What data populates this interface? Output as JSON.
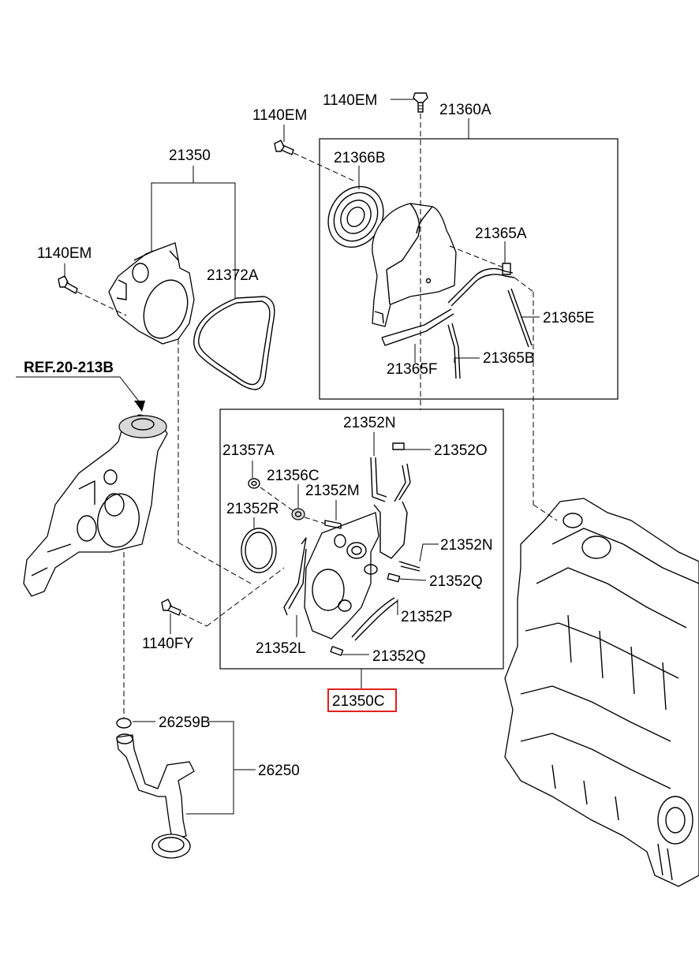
{
  "diagram": {
    "reference": "REF.20-213B",
    "highlighted_part": "21350C",
    "colors": {
      "line": "#000000",
      "highlight": "#e0211b",
      "background": "#ffffff"
    },
    "labels": {
      "bolt_top": "1140EM",
      "bolt_upper_left": "1140EM",
      "assembly_upper": "21360A",
      "seal_21366B": "21366B",
      "bracket_21365A": "21365A",
      "rod_21365E": "21365E",
      "strip_21365F": "21365F",
      "strip_21365B": "21365B",
      "cover_21350": "21350",
      "bolt_left": "1140EM",
      "gasket_21372A": "21372A",
      "nut_21357A": "21357A",
      "bushing_21356C": "21356C",
      "strip_21352M": "21352M",
      "oring_21352R": "21352R",
      "strip_21352N_top": "21352N",
      "block_21352O": "21352O",
      "strip_21352N_mid": "21352N",
      "pin_21352Q_mid": "21352Q",
      "strip_21352P": "21352P",
      "strip_21352L": "21352L",
      "pin_21352Q_bottom": "21352Q",
      "bolt_lower": "1140FY",
      "assembly_lower": "21350C",
      "oring_26259B": "26259B",
      "strainer_26250": "26250"
    }
  }
}
